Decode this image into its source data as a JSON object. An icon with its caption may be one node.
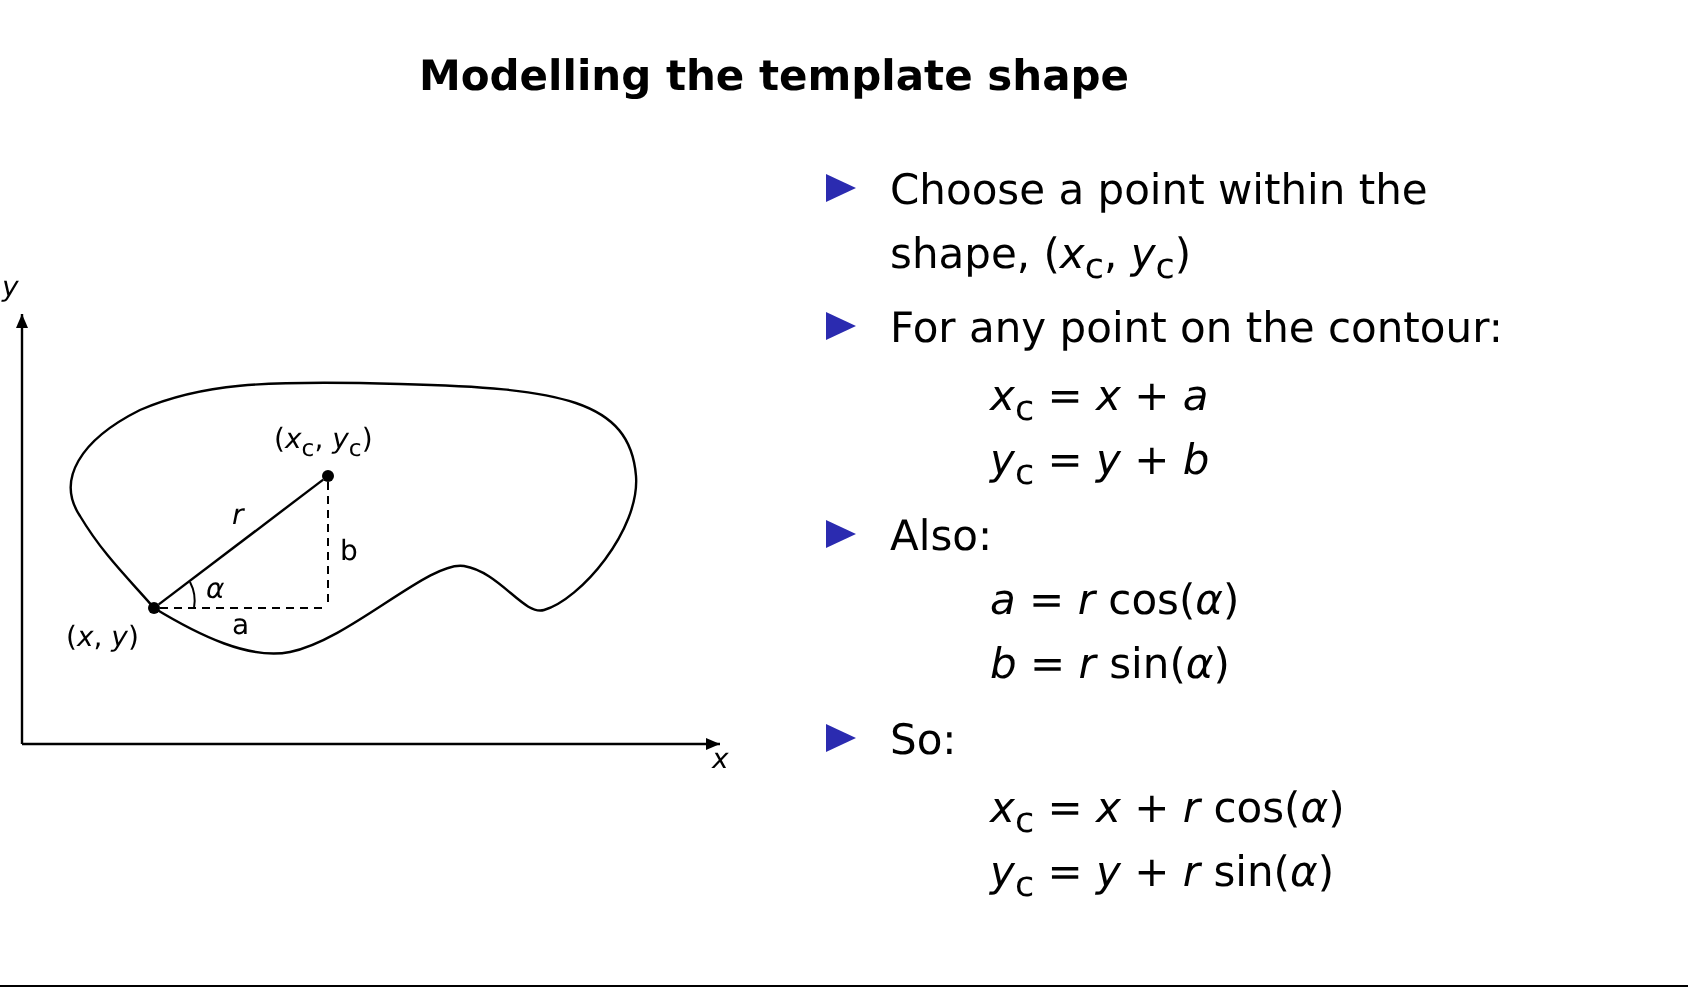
{
  "diagram": {
    "title": "Modelling the template shape",
    "nodes": [
      {
        "text": [],
        "shape": "circle",
        "beside": [
          "(*x*, *y*)"
        ]
      },
      {
        "text": [],
        "shape": "circle",
        "beside": [
          "(*x*$_{c}$, *y*$_{c}$)"
        ]
      }
    ],
    "edges": [
      {
        "from": 0,
        "to": 1,
        "arrow": "none",
        "label": "*r*"
      }
    ],
    "labels": [
      "*y*",
      "b",
      "*α*",
      "a",
      "*x*",
      "Choose a point within the shape, (*x*$_{c}$, *y*$_{c}$)",
      "For any point on the contour:",
      "*x*$_{c}$ = *x* + *a*",
      "*y*$_{c}$ = *y* + *b*",
      "Also:",
      "*a* = *r* cos(*α*)",
      "*b* = *r* sin(*α*)",
      "So:",
      "*x*$_{c}$ = *x* + *r* cos(*α*)",
      "*y*$_{c}$ = *y* + *r* sin(*α*)"
    ]
  }
}
